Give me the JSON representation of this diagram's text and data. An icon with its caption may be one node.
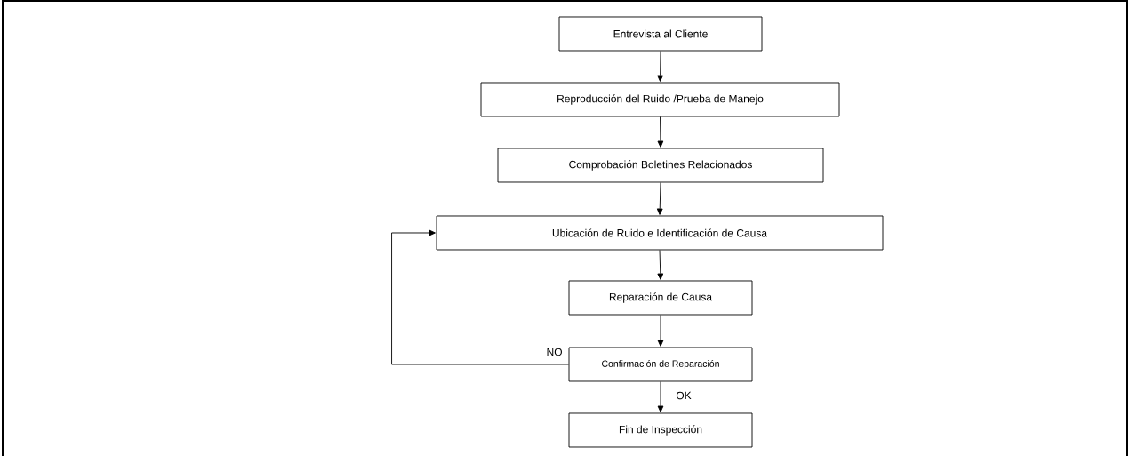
{
  "diagram": {
    "nodes": [
      {
        "text": [
          "Entrevista al Cliente"
        ]
      },
      {
        "text": [
          "Reproducción del Ruido /Prueba de Manejo"
        ]
      },
      {
        "text": [
          "Comprobación Boletines Relacionados"
        ]
      },
      {
        "text": [
          "Ubicación de Ruido e Identificación de Causa"
        ]
      },
      {
        "text": [
          "Reparación de Causa"
        ]
      },
      {
        "text": [
          "Confirmación de Reparación"
        ]
      },
      {
        "text": [
          "Fin de Inspección"
        ]
      }
    ],
    "edges": [
      {
        "from": 0,
        "to": 1,
        "arrow": "to"
      },
      {
        "from": 1,
        "to": 2,
        "arrow": "to"
      },
      {
        "from": 2,
        "to": 3,
        "arrow": "to"
      },
      {
        "from": 3,
        "to": 4,
        "arrow": "to"
      },
      {
        "from": 4,
        "to": 5,
        "arrow": "to"
      },
      {
        "from": 5,
        "to": 3,
        "arrow": "to",
        "label": "NO"
      },
      {
        "from": 5,
        "to": 6,
        "arrow": "to",
        "label": "OK"
      }
    ]
  }
}
